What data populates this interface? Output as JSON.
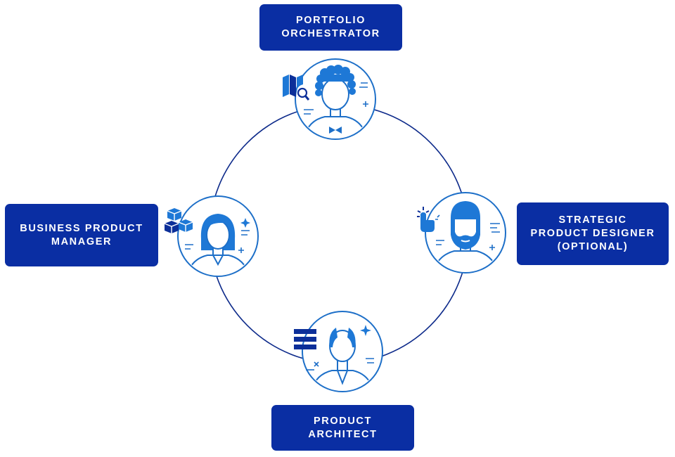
{
  "colors": {
    "box_fill": "#0a2ea3",
    "ring": "#0d2a8a",
    "icon_blue": "#1e78d6",
    "avatar_outline": "#1d6fc8",
    "glyph_navy": "#0c2f99"
  },
  "roles": {
    "top": {
      "label": "PORTFOLIO\nORCHESTRATOR",
      "icon": "map-search-icon"
    },
    "right": {
      "label": "STRATEGIC\nPRODUCT DESIGNER\n(OPTIONAL)",
      "icon": "tap-gesture-icon"
    },
    "bottom": {
      "label": "PRODUCT\nARCHITECT",
      "icon": "list-icon"
    },
    "left": {
      "label": "BUSINESS PRODUCT\nMANAGER",
      "icon": "cubes-icon"
    }
  }
}
